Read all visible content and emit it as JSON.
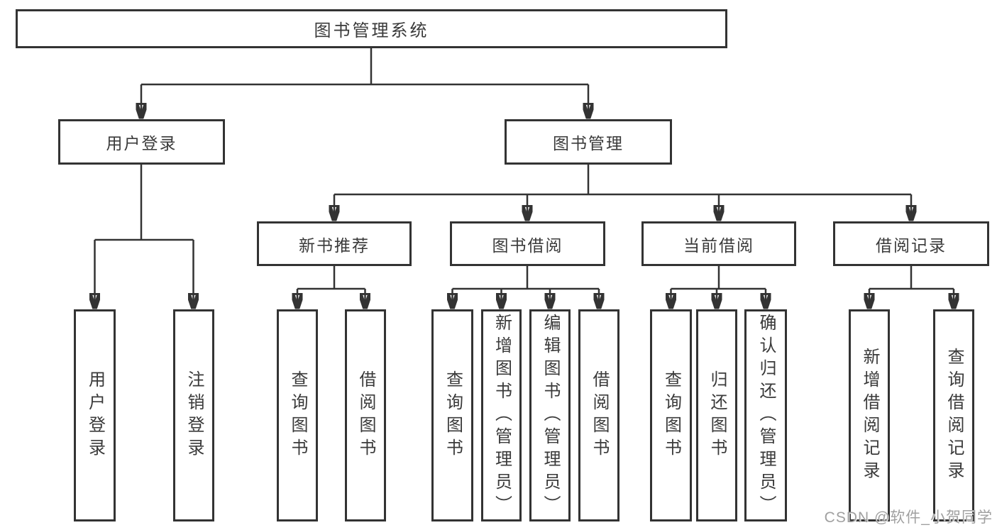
{
  "tree": {
    "root": {
      "label": "图书管理系统",
      "children": [
        {
          "label": "用户登录",
          "children": [
            {
              "label": "用户登录"
            },
            {
              "label": "注销登录"
            }
          ]
        },
        {
          "label": "图书管理",
          "children": [
            {
              "label": "新书推荐",
              "children": [
                {
                  "label": "查询图书"
                },
                {
                  "label": "借阅图书"
                }
              ]
            },
            {
              "label": "图书借阅",
              "children": [
                {
                  "label": "查询图书"
                },
                {
                  "label": "新增图书（管理员）"
                },
                {
                  "label": "编辑图书（管理员）"
                },
                {
                  "label": "借阅图书"
                }
              ]
            },
            {
              "label": "当前借阅",
              "children": [
                {
                  "label": "查询图书"
                },
                {
                  "label": "归还图书"
                },
                {
                  "label": "确认归还（管理员）"
                }
              ]
            },
            {
              "label": "借阅记录",
              "children": [
                {
                  "label": "新增借阅记录"
                },
                {
                  "label": "查询借阅记录"
                }
              ]
            }
          ]
        }
      ]
    }
  },
  "watermark": {
    "text": "CSDN @软件_小贺同学"
  },
  "colors": {
    "line": "#333333",
    "box_border": "#333333",
    "text": "#3a3a3a",
    "watermark": "#a0a0a0",
    "background": "#ffffff"
  }
}
